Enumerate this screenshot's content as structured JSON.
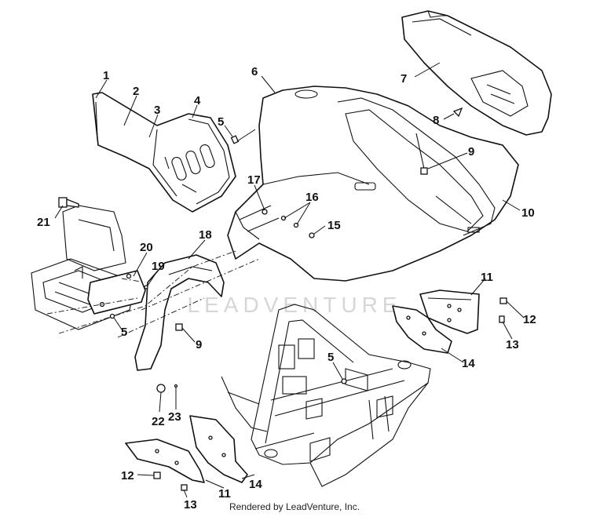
{
  "watermark": "LEADVENTURE",
  "footer": "Rendered by LeadVenture, Inc.",
  "callouts": [
    {
      "id": "c1",
      "text": "1"
    },
    {
      "id": "c2",
      "text": "2"
    },
    {
      "id": "c3",
      "text": "3"
    },
    {
      "id": "c4",
      "text": "4"
    },
    {
      "id": "c5a",
      "text": "5"
    },
    {
      "id": "c6",
      "text": "6"
    },
    {
      "id": "c7",
      "text": "7"
    },
    {
      "id": "c8",
      "text": "8"
    },
    {
      "id": "c9a",
      "text": "9"
    },
    {
      "id": "c10",
      "text": "10"
    },
    {
      "id": "c21",
      "text": "21"
    },
    {
      "id": "c17",
      "text": "17"
    },
    {
      "id": "c16",
      "text": "16"
    },
    {
      "id": "c15",
      "text": "15"
    },
    {
      "id": "c18",
      "text": "18"
    },
    {
      "id": "c20",
      "text": "20"
    },
    {
      "id": "c19",
      "text": "19"
    },
    {
      "id": "c11a",
      "text": "11"
    },
    {
      "id": "c12a",
      "text": "12"
    },
    {
      "id": "c13a",
      "text": "13"
    },
    {
      "id": "c14a",
      "text": "14"
    },
    {
      "id": "c5b",
      "text": "5"
    },
    {
      "id": "c9b",
      "text": "9"
    },
    {
      "id": "c5c",
      "text": "5"
    },
    {
      "id": "c22",
      "text": "22"
    },
    {
      "id": "c23",
      "text": "23"
    },
    {
      "id": "c12b",
      "text": "12"
    },
    {
      "id": "c13b",
      "text": "13"
    },
    {
      "id": "c11b",
      "text": "11"
    },
    {
      "id": "c14b",
      "text": "14"
    }
  ]
}
